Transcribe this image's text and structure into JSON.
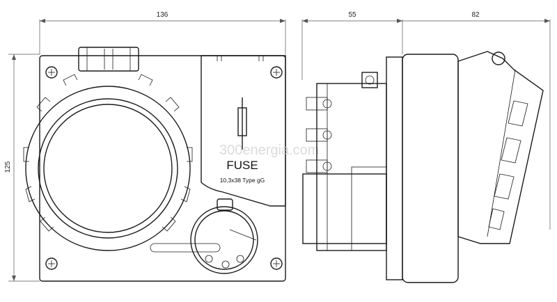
{
  "dimensions": {
    "front_width": "136",
    "front_height": "125",
    "side_depth": "55",
    "flap_depth": "82"
  },
  "labels": {
    "fuse": "FUSE",
    "fuse_spec": "10,3x38 Type gG"
  },
  "watermark": "300energia.com",
  "colors": {
    "line": "#1a1a1a",
    "dimension": "#555555",
    "watermark": "#cfcfcf"
  }
}
